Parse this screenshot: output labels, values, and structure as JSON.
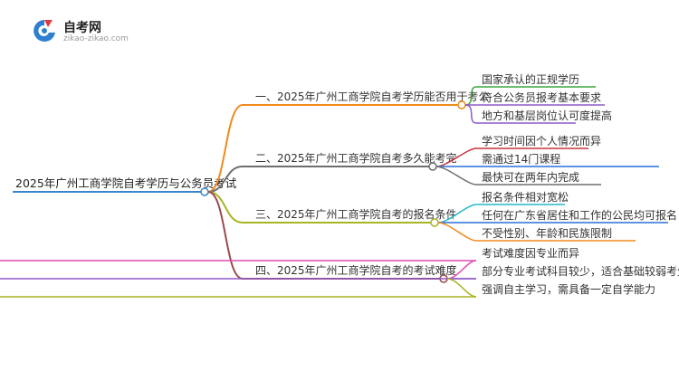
{
  "logo": {
    "name": "自考网",
    "url": "zikao-zikao.com"
  },
  "root": {
    "label": "2025年广州工商学院自考学历与公务员考试",
    "color": "#3a86c8"
  },
  "branches": [
    {
      "label": "一、2025年广州工商学院自考学历能否用于考公",
      "color": "#f08a1c",
      "leaves": [
        {
          "label": "国家承认的正规学历",
          "color": "#3aa63a"
        },
        {
          "label": "符合公务员报考基本要求",
          "color": "#8e5ac8"
        },
        {
          "label": "地方和基层岗位认可度提高",
          "color": "#8e5ac8"
        }
      ]
    },
    {
      "label": "二、2025年广州工商学院自考多久能考完",
      "color": "#6e6e6e",
      "leaves": [
        {
          "label": "学习时间因个人情况而异",
          "color": "#c8323c"
        },
        {
          "label": "需通过14门课程",
          "color": "#2a6fd6"
        },
        {
          "label": "最快可在两年内完成",
          "color": "#6e6e6e"
        }
      ]
    },
    {
      "label": "三、2025年广州工商学院自考的报名条件",
      "color": "#a8b422",
      "leaves": [
        {
          "label": "报名条件相对宽松",
          "color": "#24b8c8"
        },
        {
          "label": "任何在广东省居住和工作的公民均可报名",
          "color": "#2a6fd6"
        },
        {
          "label": "不受性别、年龄和民族限制",
          "color": "#f08a1c"
        }
      ]
    },
    {
      "label": "四、2025年广州工商学院自考的考试难度",
      "color": "#9a4a4a",
      "leaves": [
        {
          "label": "考试难度因专业而异",
          "color": "#e04ab0"
        },
        {
          "label": "部分专业考试科目较少，适合基础较弱考生",
          "color": "#8e5ac8"
        },
        {
          "label": "强调自主学习，需具备一定自学能力",
          "color": "#a8b422"
        }
      ]
    }
  ]
}
